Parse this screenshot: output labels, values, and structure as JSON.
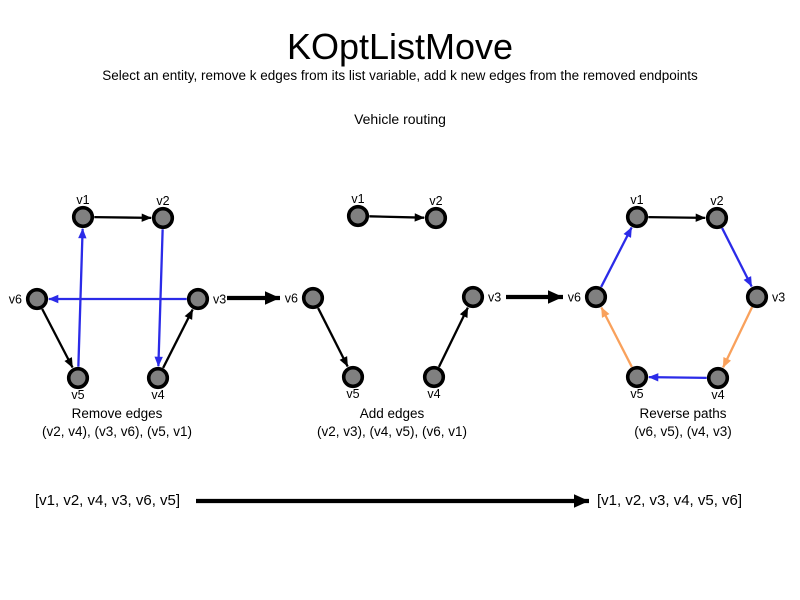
{
  "header": {
    "title": "KOptListMove",
    "subtitle": "Select an entity, remove k edges from its list variable, add k new edges from the removed endpoints",
    "context": "Vehicle routing"
  },
  "colors": {
    "black": "#000000",
    "blue": "#2B2BE8",
    "orange": "#F9A15C",
    "node_fill": "#808080",
    "node_stroke": "#000000"
  },
  "graphs": [
    {
      "id": "remove-edges",
      "caption": "Remove edges",
      "edge_list": "(v2, v4), (v3, v6), (v5, v1)",
      "nodes": {
        "v1": "v1",
        "v2": "v2",
        "v3": "v3",
        "v4": "v4",
        "v5": "v5",
        "v6": "v6"
      },
      "edges": [
        {
          "from": "v1",
          "to": "v2",
          "color": "black"
        },
        {
          "from": "v2",
          "to": "v4",
          "color": "blue"
        },
        {
          "from": "v3",
          "to": "v6",
          "color": "blue"
        },
        {
          "from": "v5",
          "to": "v1",
          "color": "blue"
        },
        {
          "from": "v6",
          "to": "v5",
          "color": "black"
        },
        {
          "from": "v4",
          "to": "v3",
          "color": "black"
        }
      ]
    },
    {
      "id": "add-edges",
      "caption": "Add edges",
      "edge_list": "(v2, v3), (v4, v5), (v6, v1)",
      "nodes": {
        "v1": "v1",
        "v2": "v2",
        "v3": "v3",
        "v4": "v4",
        "v5": "v5",
        "v6": "v6"
      },
      "edges": [
        {
          "from": "v1",
          "to": "v2",
          "color": "black"
        },
        {
          "from": "v6",
          "to": "v5",
          "color": "black"
        },
        {
          "from": "v4",
          "to": "v3",
          "color": "black"
        }
      ]
    },
    {
      "id": "reverse-paths",
      "caption": "Reverse paths",
      "edge_list": "(v6, v5), (v4, v3)",
      "nodes": {
        "v1": "v1",
        "v2": "v2",
        "v3": "v3",
        "v4": "v4",
        "v5": "v5",
        "v6": "v6"
      },
      "edges": [
        {
          "from": "v1",
          "to": "v2",
          "color": "black"
        },
        {
          "from": "v2",
          "to": "v3",
          "color": "blue"
        },
        {
          "from": "v3",
          "to": "v4",
          "color": "orange"
        },
        {
          "from": "v4",
          "to": "v5",
          "color": "blue"
        },
        {
          "from": "v5",
          "to": "v6",
          "color": "orange"
        },
        {
          "from": "v6",
          "to": "v1",
          "color": "blue"
        }
      ]
    }
  ],
  "transition": {
    "before": "[v1, v2, v4, v3, v6, v5]",
    "after": "[v1, v2, v3, v4, v5, v6]"
  }
}
